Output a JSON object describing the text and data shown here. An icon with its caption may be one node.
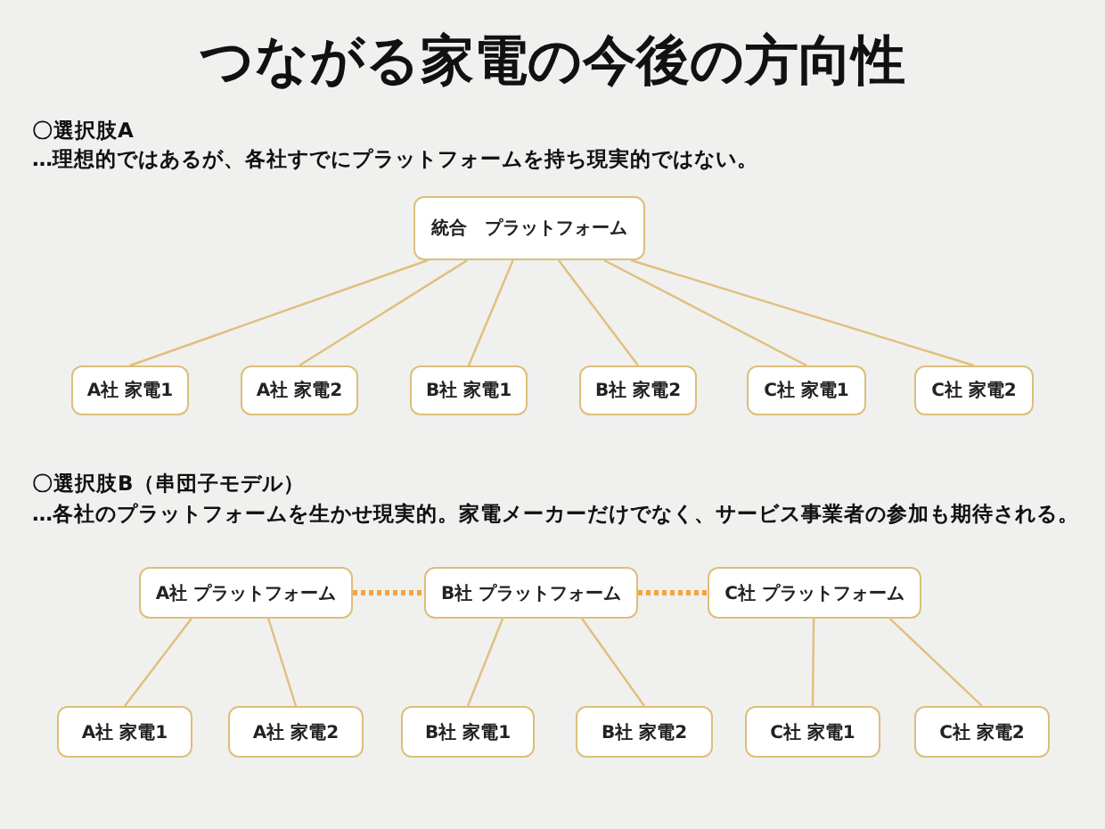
{
  "diagram": {
    "title": "つながる家電の今後の方向性",
    "nodes": [
      {
        "text": [
          "統合　プラットフォーム"
        ]
      },
      {
        "text": [
          "A社 家電1"
        ]
      },
      {
        "text": [
          "A社 家電2"
        ]
      },
      {
        "text": [
          "B社 家電1"
        ]
      },
      {
        "text": [
          "B社 家電2"
        ]
      },
      {
        "text": [
          "C社 家電1"
        ]
      },
      {
        "text": [
          "C社 家電2"
        ]
      },
      {
        "text": [
          "A社 プラットフォーム"
        ]
      },
      {
        "text": [
          "B社 プラットフォーム"
        ]
      },
      {
        "text": [
          "C社 プラットフォーム"
        ]
      },
      {
        "text": [
          "A社 家電1"
        ]
      },
      {
        "text": [
          "A社 家電2"
        ]
      },
      {
        "text": [
          "B社 家電1"
        ]
      },
      {
        "text": [
          "B社 家電2"
        ]
      },
      {
        "text": [
          "C社 家電1"
        ]
      },
      {
        "text": [
          "C社 家電2"
        ]
      }
    ],
    "edges": [
      {
        "from": 0,
        "to": 1,
        "arrow": "none"
      },
      {
        "from": 0,
        "to": 2,
        "arrow": "none"
      },
      {
        "from": 0,
        "to": 3,
        "arrow": "none"
      },
      {
        "from": 0,
        "to": 4,
        "arrow": "none"
      },
      {
        "from": 0,
        "to": 5,
        "arrow": "none"
      },
      {
        "from": 0,
        "to": 6,
        "arrow": "none"
      },
      {
        "from": 7,
        "to": 8,
        "arrow": "none",
        "style": "dashed",
        "color": "#f0a63c"
      },
      {
        "from": 8,
        "to": 9,
        "arrow": "none",
        "style": "dashed",
        "color": "#f0a63c"
      },
      {
        "from": 7,
        "to": 10,
        "arrow": "none"
      },
      {
        "from": 7,
        "to": 11,
        "arrow": "none"
      },
      {
        "from": 8,
        "to": 12,
        "arrow": "none"
      },
      {
        "from": 8,
        "to": 13,
        "arrow": "none"
      },
      {
        "from": 9,
        "to": 14,
        "arrow": "none"
      },
      {
        "from": 9,
        "to": 15,
        "arrow": "none"
      }
    ],
    "labels": [
      "〇選択肢A",
      "…理想的ではあるが、各社すでにプラットフォームを持ち現実的ではない。",
      "〇選択肢B（串団子モデル）",
      "…各社のプラットフォームを生かせ現実的。家電メーカーだけでなく、サービス事業者の参加も期待される。"
    ]
  }
}
